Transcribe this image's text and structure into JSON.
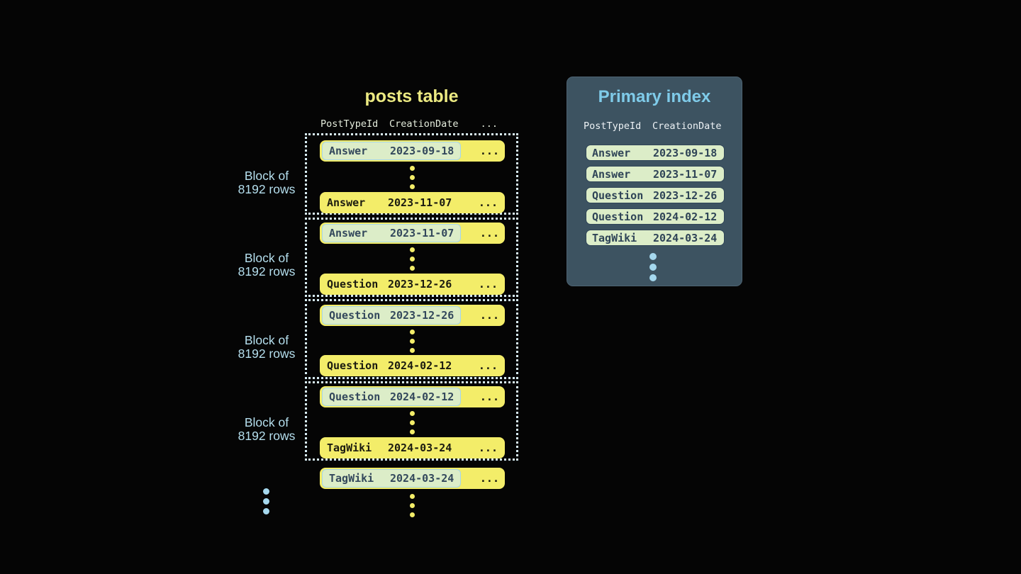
{
  "colors": {
    "background": "#050505",
    "row_yellow": "#f3ed69",
    "highlight_green": "#dcedc8",
    "highlight_border_blue": "#a6d6e8",
    "panel_slate": "#3d5361",
    "title_yellow": "#ecea82",
    "title_blue": "#7fcbe9",
    "label_blue": "#b5dfee",
    "dotted_border": "#d8edf5",
    "dark_text": "#1b1b10",
    "slate_text": "#2f4457"
  },
  "ellipsis": "...",
  "posts_table": {
    "title": "posts table",
    "headers": {
      "col1": "PostTypeId",
      "col2": "CreationDate",
      "more": "..."
    },
    "block_label": {
      "line1": "Block of",
      "line2": "8192 rows"
    },
    "rows": [
      {
        "type": "Answer",
        "date": "2023-09-18",
        "highlighted": true
      },
      {
        "type": "Answer",
        "date": "2023-11-07",
        "highlighted": false
      },
      {
        "type": "Answer",
        "date": "2023-11-07",
        "highlighted": true
      },
      {
        "type": "Question",
        "date": "2023-12-26",
        "highlighted": false
      },
      {
        "type": "Question",
        "date": "2023-12-26",
        "highlighted": true
      },
      {
        "type": "Question",
        "date": "2024-02-12",
        "highlighted": false
      },
      {
        "type": "Question",
        "date": "2024-02-12",
        "highlighted": true
      },
      {
        "type": "TagWiki",
        "date": "2024-03-24",
        "highlighted": false
      },
      {
        "type": "TagWiki",
        "date": "2024-03-24",
        "highlighted": true
      }
    ]
  },
  "primary_index": {
    "title": "Primary index",
    "headers": {
      "col1": "PostTypeId",
      "col2": "CreationDate"
    },
    "rows": [
      {
        "type": "Answer",
        "date": "2023-09-18"
      },
      {
        "type": "Answer",
        "date": "2023-11-07"
      },
      {
        "type": "Question",
        "date": "2023-12-26"
      },
      {
        "type": "Question",
        "date": "2024-02-12"
      },
      {
        "type": "TagWiki",
        "date": "2024-03-24"
      }
    ]
  }
}
